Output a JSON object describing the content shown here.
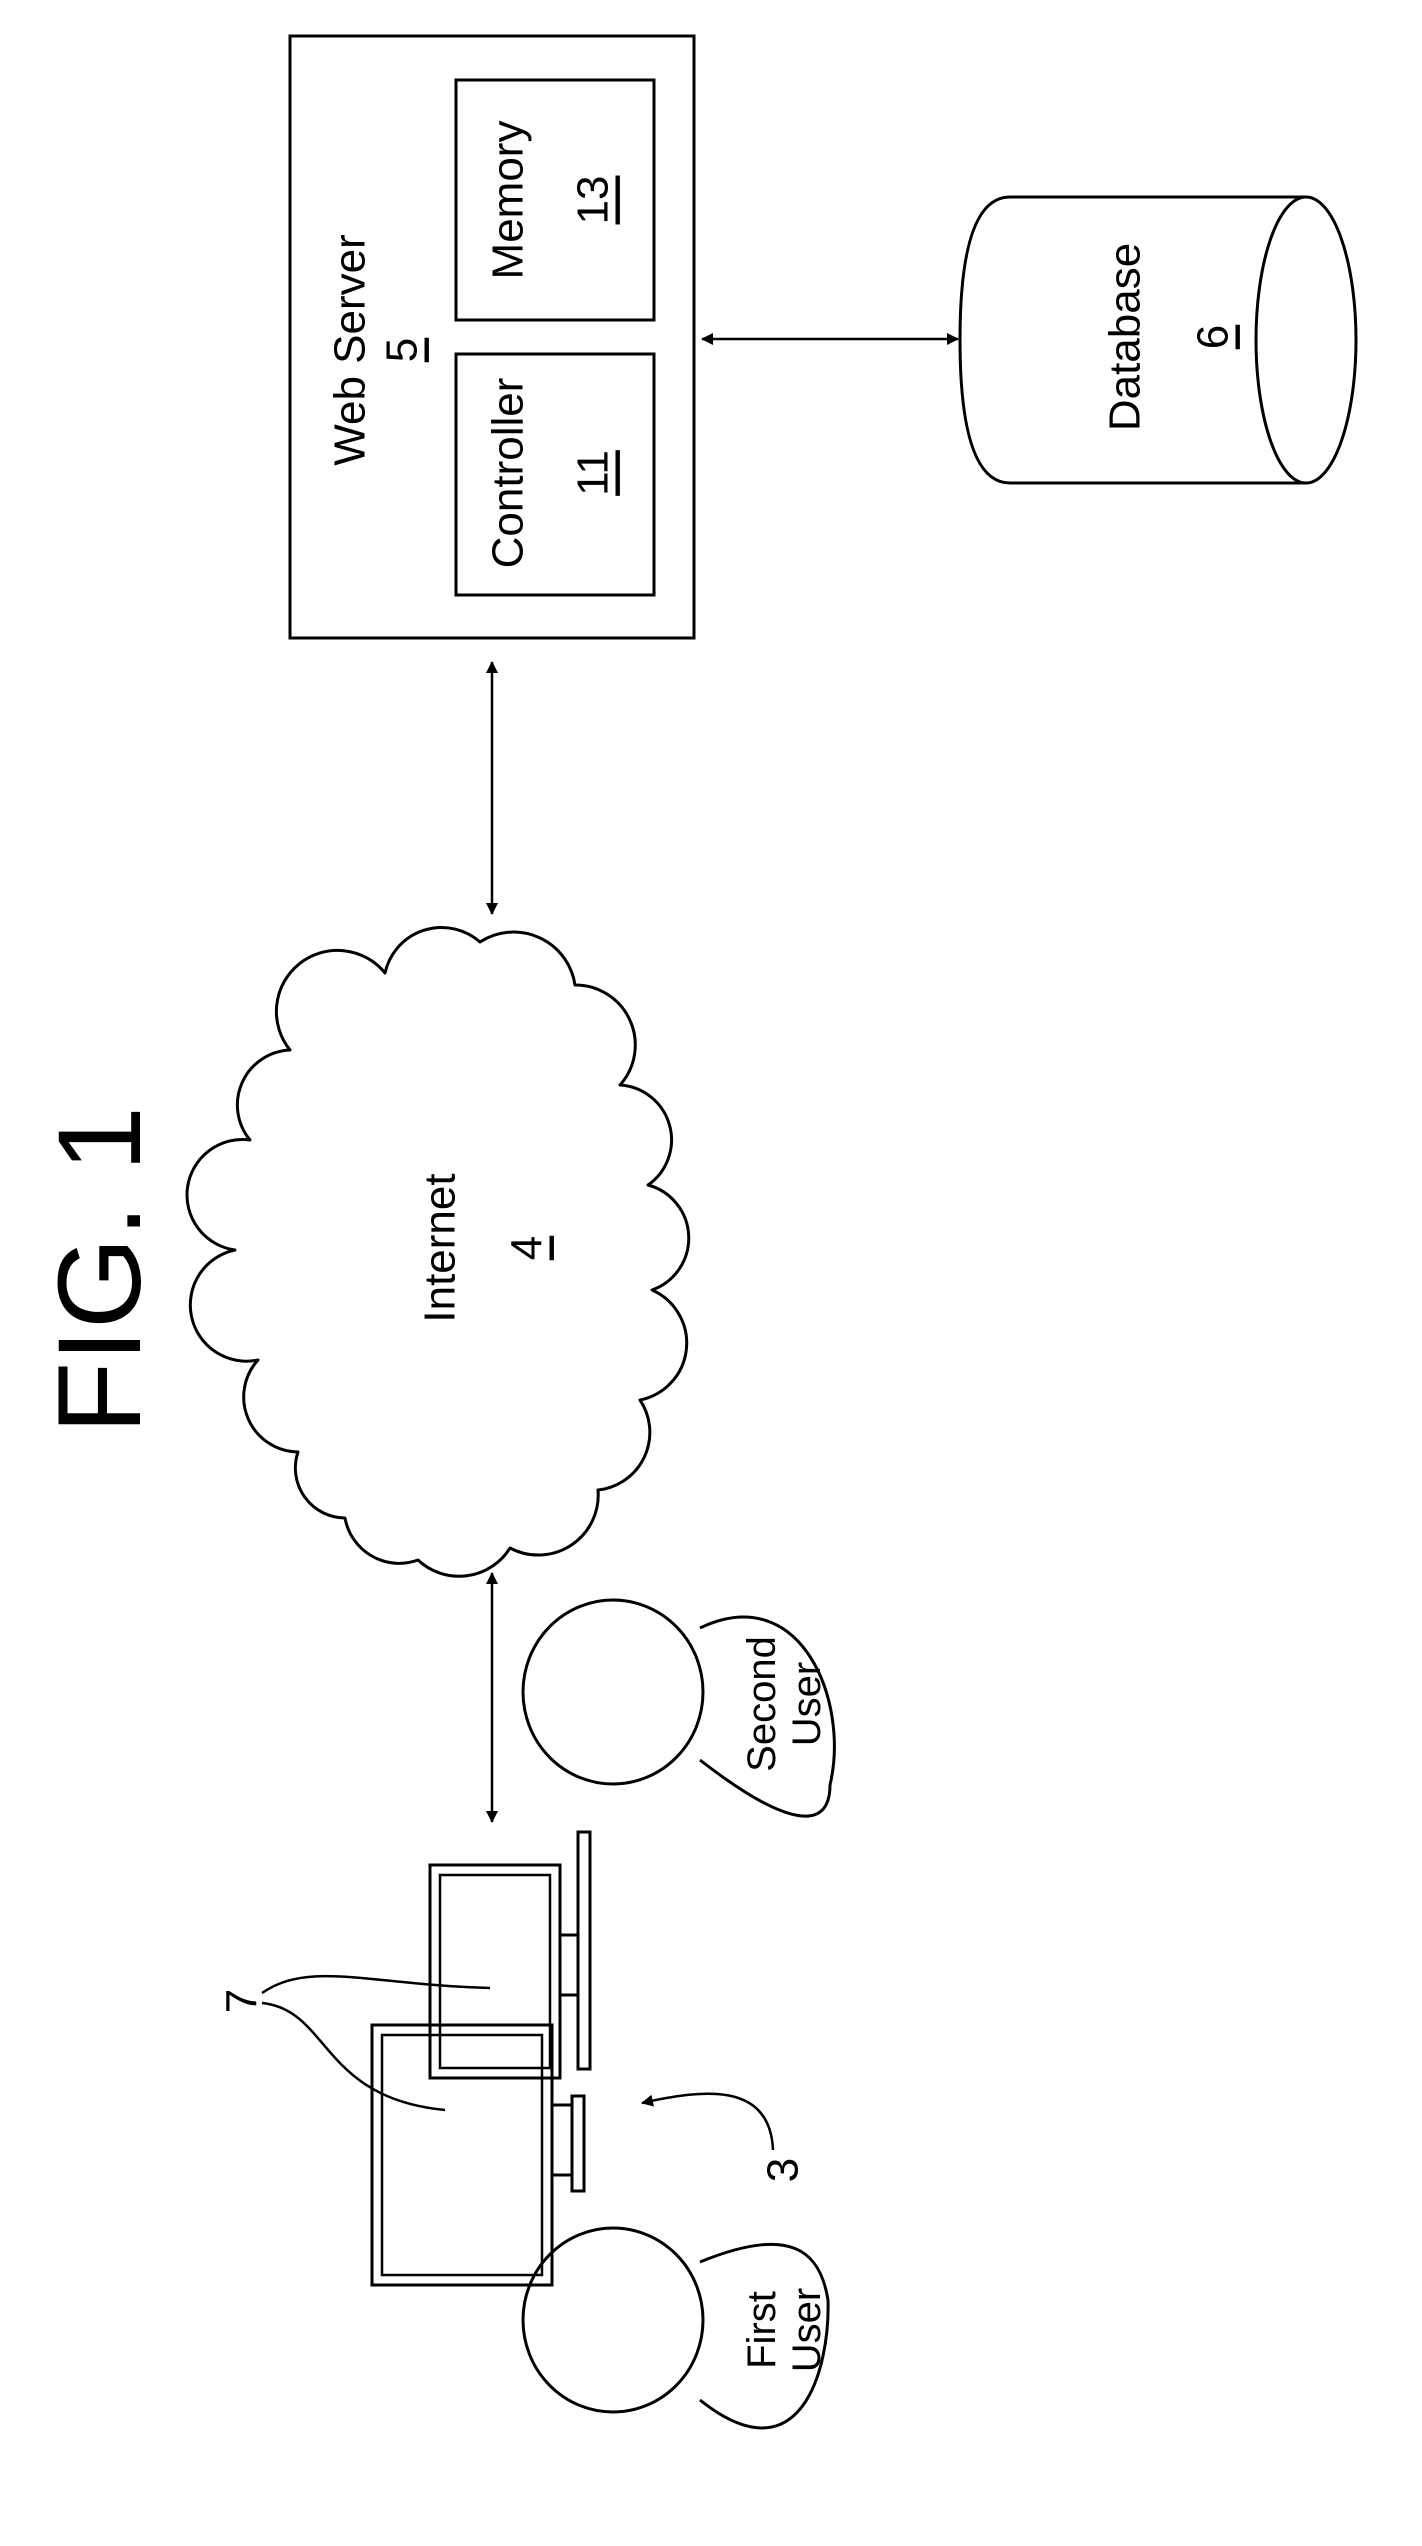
{
  "figure": {
    "title": "FIG. 1",
    "web_server": {
      "label": "Web Server",
      "ref": "5"
    },
    "controller": {
      "label": "Controller",
      "ref": "11"
    },
    "memory": {
      "label": "Memory",
      "ref": "13"
    },
    "database": {
      "label": "Database",
      "ref": "6"
    },
    "internet": {
      "label": "Internet",
      "ref": "4"
    },
    "second_user": {
      "line1": "Second",
      "line2": "User"
    },
    "first_user": {
      "line1": "First",
      "line2": "User"
    },
    "computers_ref": "7",
    "workstation_ref": "3"
  }
}
